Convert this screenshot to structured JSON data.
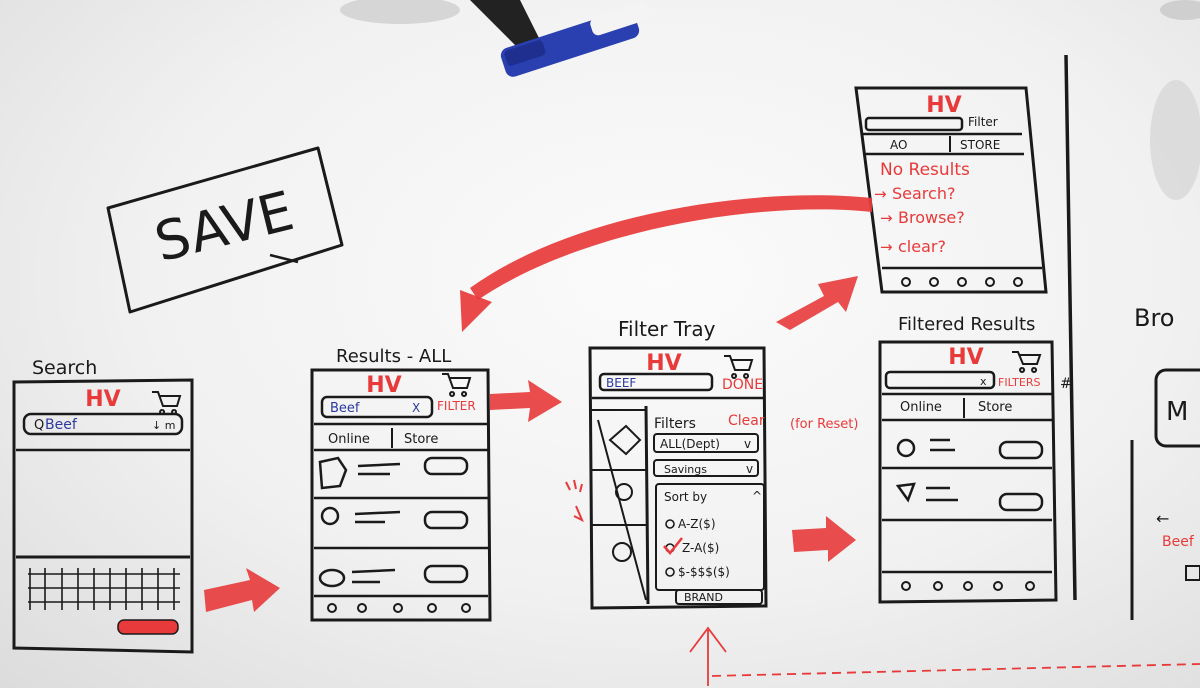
{
  "save_label": "SAVE",
  "screens": [
    {
      "title": "Search",
      "logo": "HV",
      "search_value": "Beef"
    },
    {
      "title": "Results - ALL",
      "logo": "HV",
      "search_value": "Beef",
      "clear_x": "X",
      "action": "FILTER",
      "tabs": [
        "Online",
        "Store"
      ]
    },
    {
      "title": "Filter Tray",
      "logo": "HV",
      "search_value": "BEEF",
      "action": "DONE",
      "filters_heading": "Filters",
      "clear_label": "Clear",
      "clear_note": "(for Reset)",
      "dropdowns": [
        "ALL(Dept)",
        "Savings"
      ],
      "sort_heading": "Sort by",
      "sort_options": [
        "A-Z($)",
        "Z-A($)",
        "$-$$$($)"
      ],
      "brand_label": "BRAND"
    },
    {
      "title": "Filtered Results",
      "logo": "HV",
      "action": "FILTERS",
      "filter_count": "#",
      "tabs": [
        "Online",
        "Store"
      ]
    },
    {
      "logo": "HV",
      "action": "Filter",
      "tabs": [
        "AO",
        "STORE"
      ],
      "no_results": "No Results",
      "suggestions": [
        "Search?",
        "Browse?",
        "clear?"
      ]
    }
  ],
  "partial_right_title": "Bro",
  "partial_right_button": "M",
  "partial_right_text": "Beef",
  "colors": {
    "ink": "#1a1a1a",
    "red_marker": "#e83a3a",
    "blue_marker": "#2b3a9e"
  }
}
